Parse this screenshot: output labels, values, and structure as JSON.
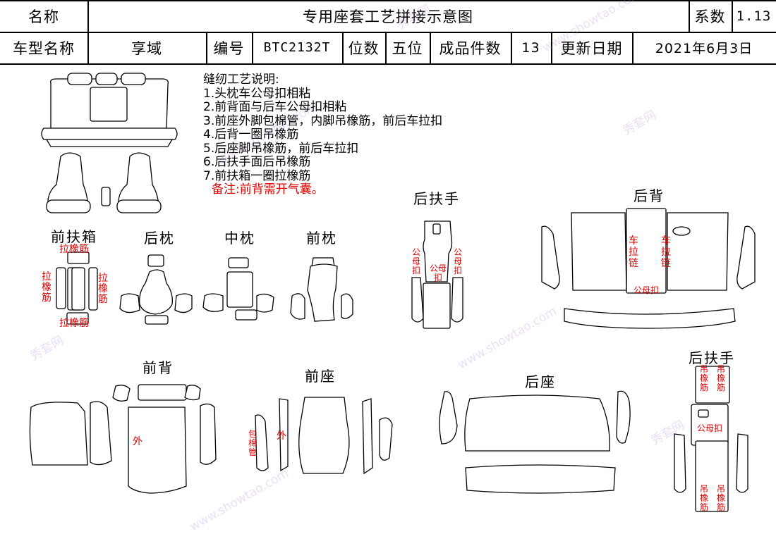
{
  "header": {
    "row1": {
      "name_label": "名称",
      "title": "专用座套工艺拼接示意图",
      "coef_label": "系数",
      "coef_value": "1.13"
    },
    "row2": {
      "model_label": "车型名称",
      "model_value": "享域",
      "code_label": "编号",
      "code_value": "BTC2132T",
      "position_label": "位数",
      "position_value": "五位",
      "pieces_label": "成品件数",
      "pieces_value": "13",
      "update_label": "更新日期",
      "update_value": "2021年6月3日"
    }
  },
  "notes": {
    "heading": "缝纫工艺说明:",
    "items": [
      "1.头枕车公母扣相粘",
      "2.前背面与后车公母扣相粘",
      "3.前座外脚包棉管，内脚吊橡筋，前后车拉扣",
      "4.后背一圈吊橡筋",
      "5.后座脚吊橡筋，前后车拉扣",
      "6.后扶手面后吊橡筋",
      "7.前扶箱一圈拉橡筋"
    ],
    "remark": "备注:前背需开气囊。"
  },
  "sections": {
    "front_box": "前扶箱",
    "rear_headrest": "后枕",
    "mid_headrest": "中枕",
    "front_headrest": "前枕",
    "rear_armrest_top": "后扶手",
    "rear_back": "后背",
    "front_back": "前背",
    "front_seat": "前座",
    "rear_seat": "后座",
    "rear_armrest_bottom": "后扶手"
  },
  "annotations": {
    "pull_elastic": "拉橡筋",
    "male_female_buckle": "公母扣",
    "sew_zipper": "车拉链",
    "outer": "外",
    "cotton_tube": "包棉管",
    "hang_elastic": "吊橡筋"
  },
  "watermark": {
    "brand_cn": "秀套网",
    "site": "www.showtao.com"
  }
}
